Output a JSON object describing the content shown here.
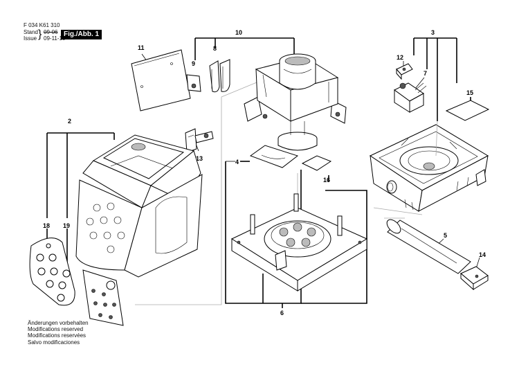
{
  "header": {
    "doc_number": "F 034 K61 310",
    "stand_label": "Stand",
    "issue_label": "Issue",
    "stand_old": "09-06",
    "date": "09-11-10",
    "figure_label": "Fig./Abb. 1"
  },
  "callouts": {
    "c2": "2",
    "c3": "3",
    "c4": "4",
    "c5": "5",
    "c6": "6",
    "c7": "7",
    "c8": "8",
    "c9": "9",
    "c10": "10",
    "c11": "11",
    "c12": "12",
    "c13": "13",
    "c14": "14",
    "c15": "15",
    "c16": "16",
    "c18": "18",
    "c19": "19"
  },
  "notes": [
    "Änderungen vorbehalten",
    "Modifications reserved",
    "Modifications reservées",
    "Salvo modificaciones"
  ]
}
